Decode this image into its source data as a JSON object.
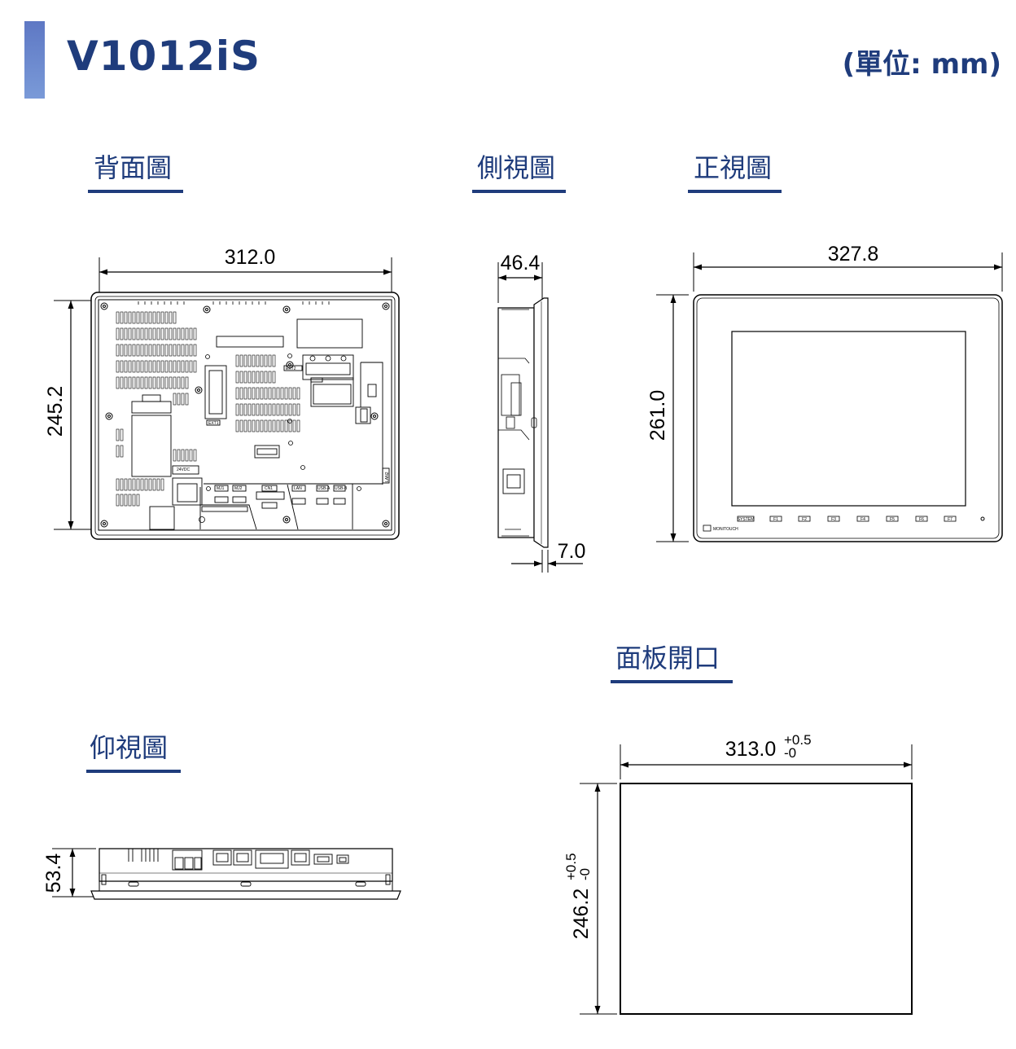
{
  "header": {
    "model": "V1012iS",
    "unit": "(單位: mm)",
    "accent_color": "#1f3c7c"
  },
  "sections": {
    "back_view": "背面圖",
    "side_view": "側視圖",
    "front_view": "正視圖",
    "panel_cutout": "面板開口",
    "bottom_view": "仰視圖"
  },
  "dimensions": {
    "back_width": "312.0",
    "back_height": "245.2",
    "side_depth": "46.4",
    "side_bezel": "7.0",
    "front_width": "327.8",
    "front_height": "261.0",
    "bottom_height": "53.4",
    "cutout_width": "313.0",
    "cutout_width_tol_plus": "+0.5",
    "cutout_width_tol_minus": "-0",
    "cutout_height": "246.2",
    "cutout_height_tol_plus": "+0.5",
    "cutout_height_tol_minus": "-0"
  },
  "front_keys": [
    "SYSTEM",
    "F1",
    "F2",
    "F3",
    "F4",
    "F5",
    "F6",
    "F7"
  ],
  "front_brand": "MONITOUCH",
  "back_labels": {
    "ext1": "EXT1",
    "ext2": "EXT2",
    "power": "24VDC",
    "mj1": "MJ1",
    "mj2": "MJ2",
    "cn1": "CN1",
    "lan": "LAN",
    "lan2": "LAN2",
    "usb_a": "USB-A",
    "usb_b": "USB-B"
  }
}
